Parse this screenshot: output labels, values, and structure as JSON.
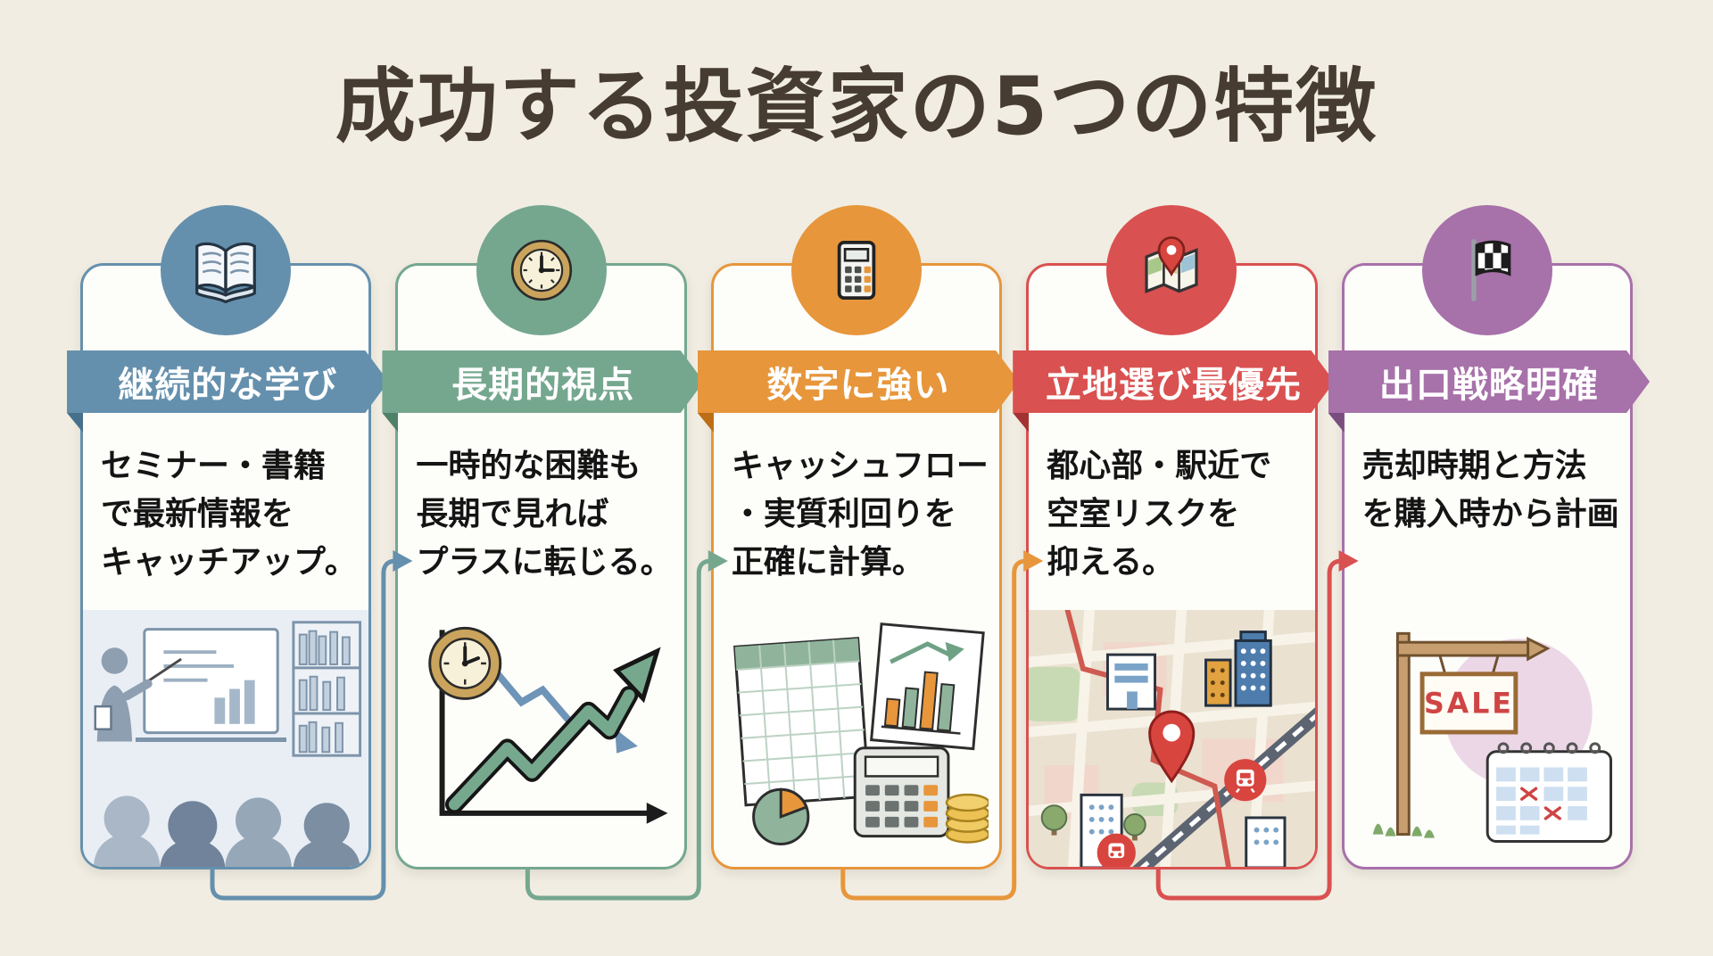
{
  "title": "成功する投資家の5つの特徴",
  "colors": {
    "background": "#f1ede2",
    "title_text": "#473c31",
    "card_background": "#fdfdfa",
    "body_text": "#141414"
  },
  "cards": [
    {
      "id": "continuous-learning",
      "banner": "継続的な学び",
      "lines": [
        "セミナー・書籍",
        "で最新情報を",
        "キャッチアップ。"
      ],
      "icon": "open-book-icon",
      "accent": "#6590ad",
      "accent_dark": "#47708d",
      "illustration": "seminar-audience-scene"
    },
    {
      "id": "long-term-perspective",
      "banner": "長期的視点",
      "lines": [
        "一時的な困難も",
        "長期で見れば",
        "プラスに転じる。"
      ],
      "icon": "clock-icon",
      "accent": "#75a78f",
      "accent_dark": "#4f8068",
      "illustration": "growth-chart-with-clock"
    },
    {
      "id": "strong-with-numbers",
      "banner": "数字に強い",
      "lines": [
        "キャッシュフロー",
        "・実質利回りを",
        "正確に計算。"
      ],
      "icon": "calculator-icon",
      "accent": "#e7963b",
      "accent_dark": "#bc6d15",
      "illustration": "spreadsheet-calculator-coins"
    },
    {
      "id": "location-first",
      "banner": "立地選び最優先",
      "lines": [
        "都心部・駅近で",
        "空室リスクを",
        "抑える。"
      ],
      "icon": "map-pin-icon",
      "accent": "#d95150",
      "accent_dark": "#a23332",
      "illustration": "city-map-with-pin",
      "map_badges": [
        "train-badge",
        "train-badge",
        "location-pin"
      ]
    },
    {
      "id": "clear-exit-strategy",
      "banner": "出口戦略明確",
      "lines": [
        "売却時期と方法",
        "を購入時から計画"
      ],
      "icon": "checkered-flag-icon",
      "accent": "#a771aa",
      "accent_dark": "#7b4d7f",
      "illustration": "sale-sign-and-calendar",
      "sign_text": "SALE"
    }
  ],
  "flow": {
    "direction": "left-to-right",
    "arrow_count": 4
  }
}
